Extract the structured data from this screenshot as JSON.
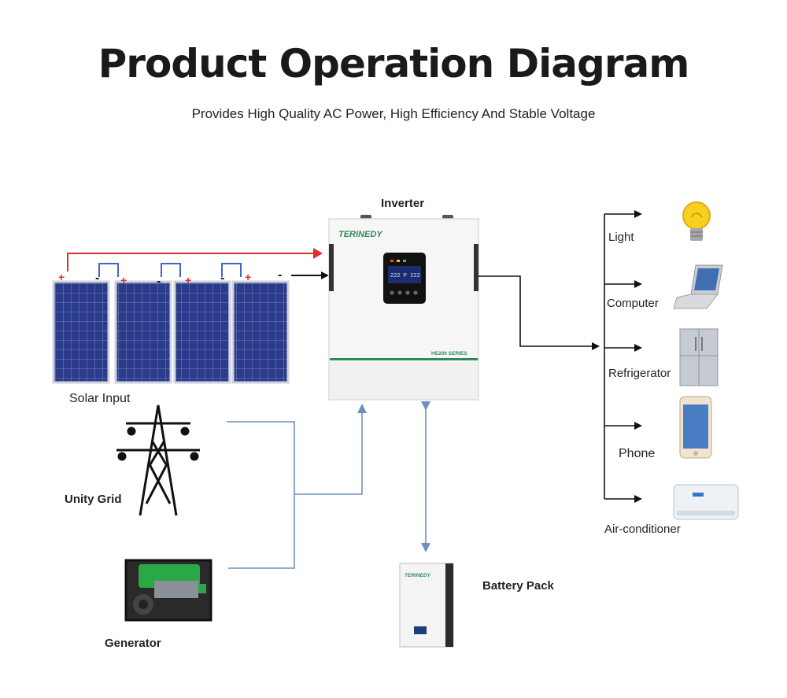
{
  "title": "Product Operation Diagram",
  "subtitle": "Provides High Quality AC Power, High Efficiency And Stable Voltage",
  "inverter": {
    "label": "Inverter",
    "brand": "TERINEDY",
    "series": "HE200 SERIES",
    "display": "222 P 222"
  },
  "solar": {
    "label": "Solar Input",
    "plus": "+",
    "minus": "-"
  },
  "grid": {
    "label": "Unity Grid"
  },
  "generator": {
    "label": "Generator"
  },
  "battery": {
    "label": "Battery Pack",
    "brand": "TERINEDY"
  },
  "loads": [
    {
      "label": "Light",
      "icon": "light-bulb-icon"
    },
    {
      "label": "Computer",
      "icon": "laptop-icon"
    },
    {
      "label": "Refrigerator",
      "icon": "refrigerator-icon"
    },
    {
      "label": "Phone",
      "icon": "phone-icon"
    },
    {
      "label": "Air-conditioner",
      "icon": "air-conditioner-icon"
    }
  ],
  "colors": {
    "solar_line": "#d9302c",
    "grid_line": "#6f8fc0",
    "load_line": "#111111",
    "panel": "#2b3b8c"
  }
}
